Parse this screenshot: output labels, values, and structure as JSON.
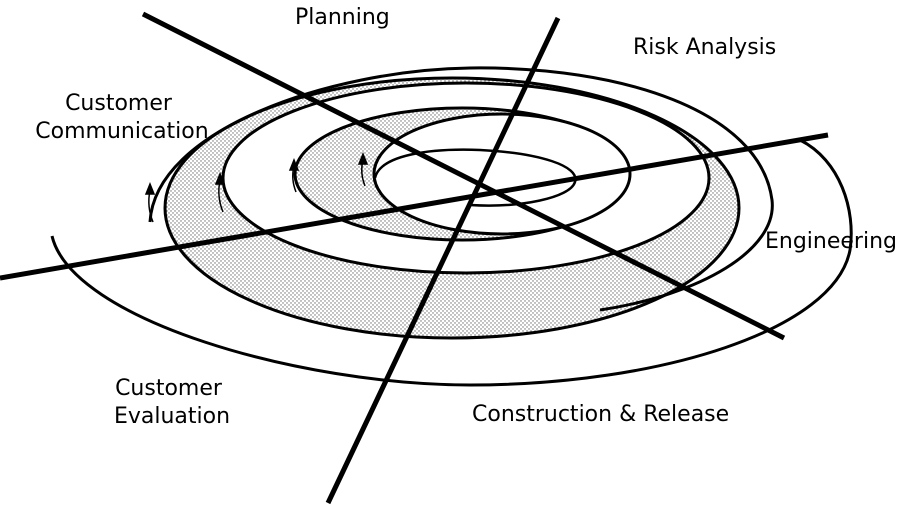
{
  "sectors": {
    "planning": "Planning",
    "risk_analysis": "Risk Analysis",
    "customer_communication": [
      "Customer",
      "Communication"
    ],
    "engineering": "Engineering",
    "customer_evaluation": [
      "Customer",
      "Evaluation"
    ],
    "construction_release": "Construction & Release"
  },
  "colors": {
    "stroke": "#000000",
    "shade_fill": "#d9d9d9",
    "background": "#ffffff"
  }
}
